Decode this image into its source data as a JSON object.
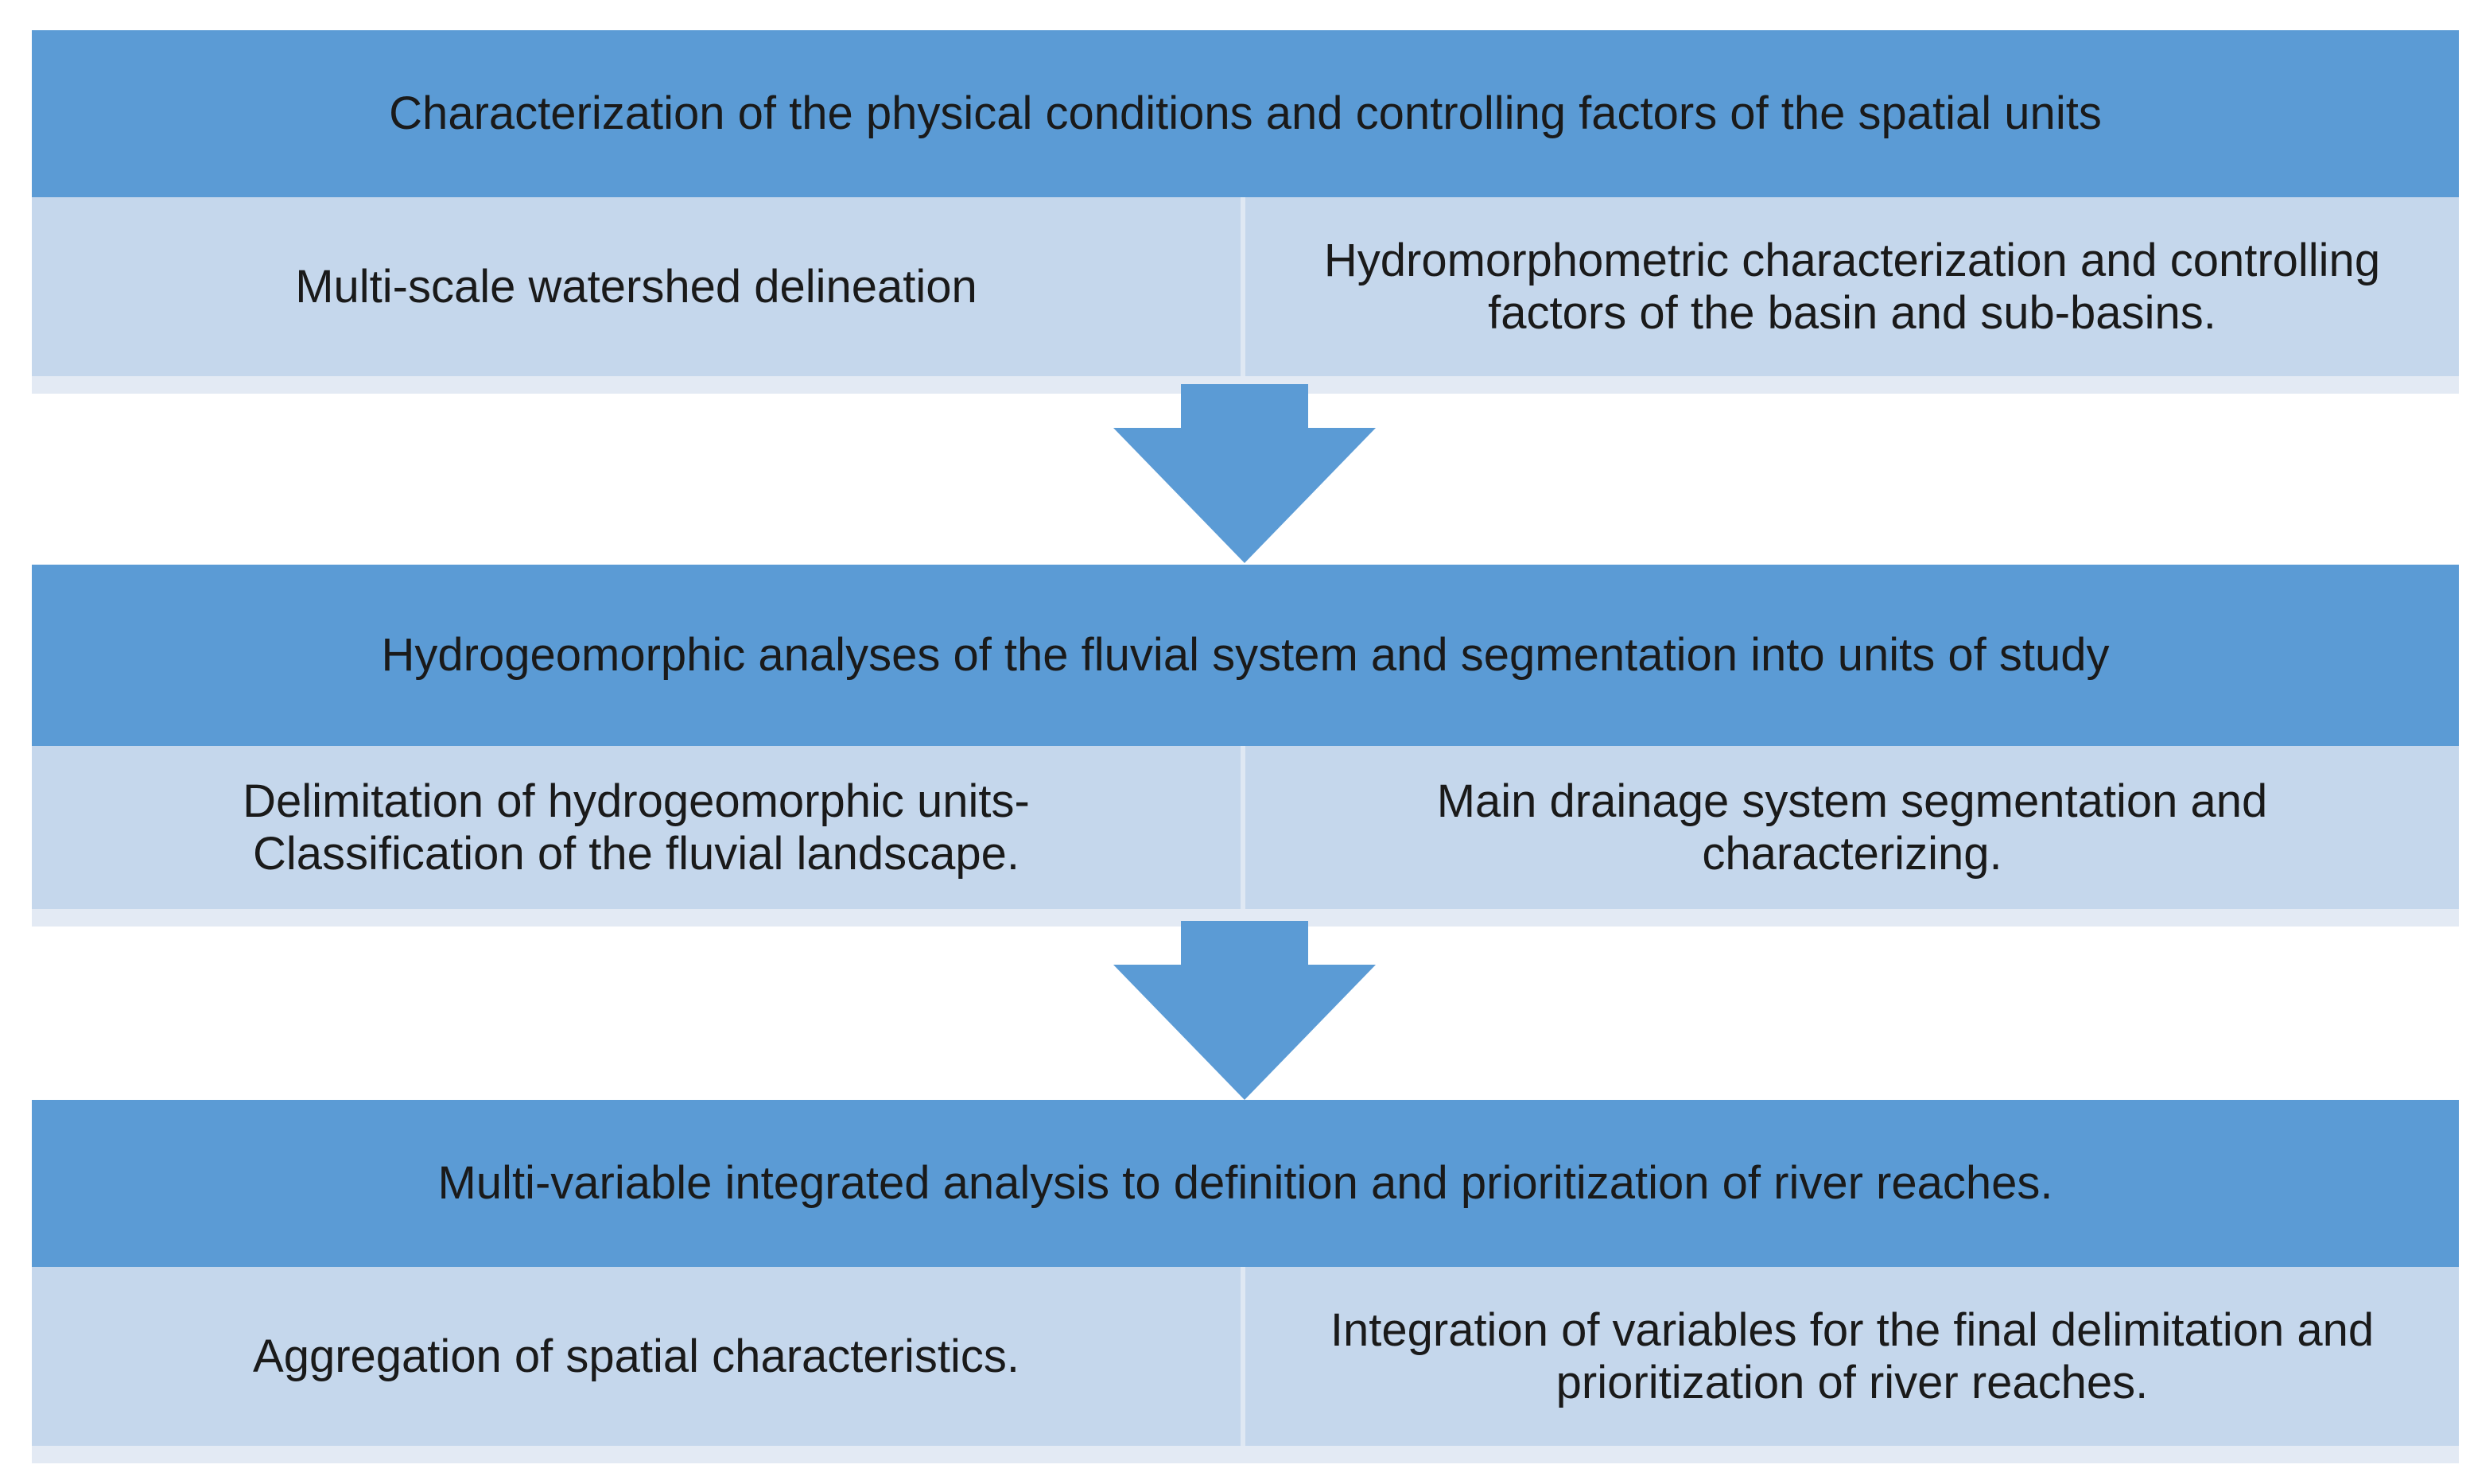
{
  "colors": {
    "header_fill": "#5b9bd5",
    "cell_fill": "#c5d7ec",
    "arrow_fill": "#5b9bd5"
  },
  "sections": [
    {
      "header": "Characterization of the physical conditions and controlling factors of the spatial units",
      "left": "Multi-scale watershed delineation",
      "right": "Hydromorphometric characterization and controlling factors of the basin and sub-basins."
    },
    {
      "header": "Hydrogeomorphic analyses of the fluvial system and segmentation into units of study",
      "left": "Delimitation of hydrogeomorphic units-Classification of the fluvial landscape.",
      "right": "Main drainage system segmentation and characterizing."
    },
    {
      "header": "Multi-variable integrated analysis to definition and prioritization of river reaches.",
      "left": "Aggregation of spatial characteristics.",
      "right": "Integration of variables for the final delimitation and prioritization of river reaches."
    }
  ],
  "arrows": [
    {
      "icon": "down-arrow-icon"
    },
    {
      "icon": "down-arrow-icon"
    }
  ]
}
